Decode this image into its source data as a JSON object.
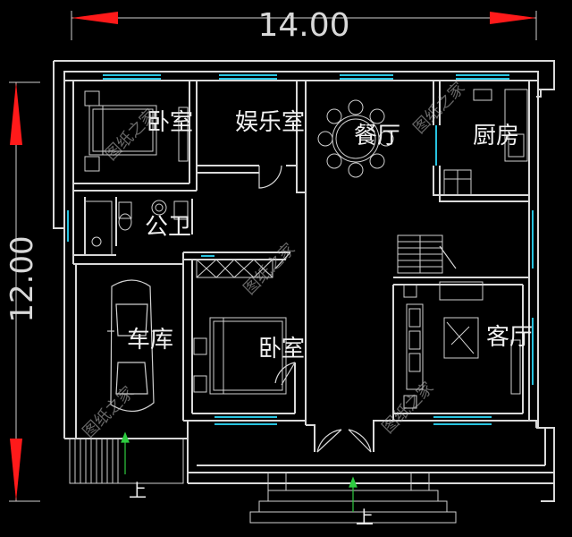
{
  "dimensions": {
    "width_label": "14.00",
    "height_label": "12.00",
    "arrow_color": "#ff1a1a"
  },
  "rooms": {
    "bedroom_top": "卧室",
    "entertainment": "娱乐室",
    "dining": "餐厅",
    "kitchen": "厨房",
    "toilet": "公卫",
    "garage": "车库",
    "bedroom_middle": "卧室",
    "living": "客厅"
  },
  "markers": {
    "up_left": "上",
    "up_front": "上"
  },
  "watermark": "图纸之家",
  "colors": {
    "background": "#000000",
    "wall": "#d9d9d9",
    "window": "#27c3e0",
    "furniture": "#d0d0d0",
    "text": "#f0f0f0",
    "green": "#2ecc40"
  }
}
